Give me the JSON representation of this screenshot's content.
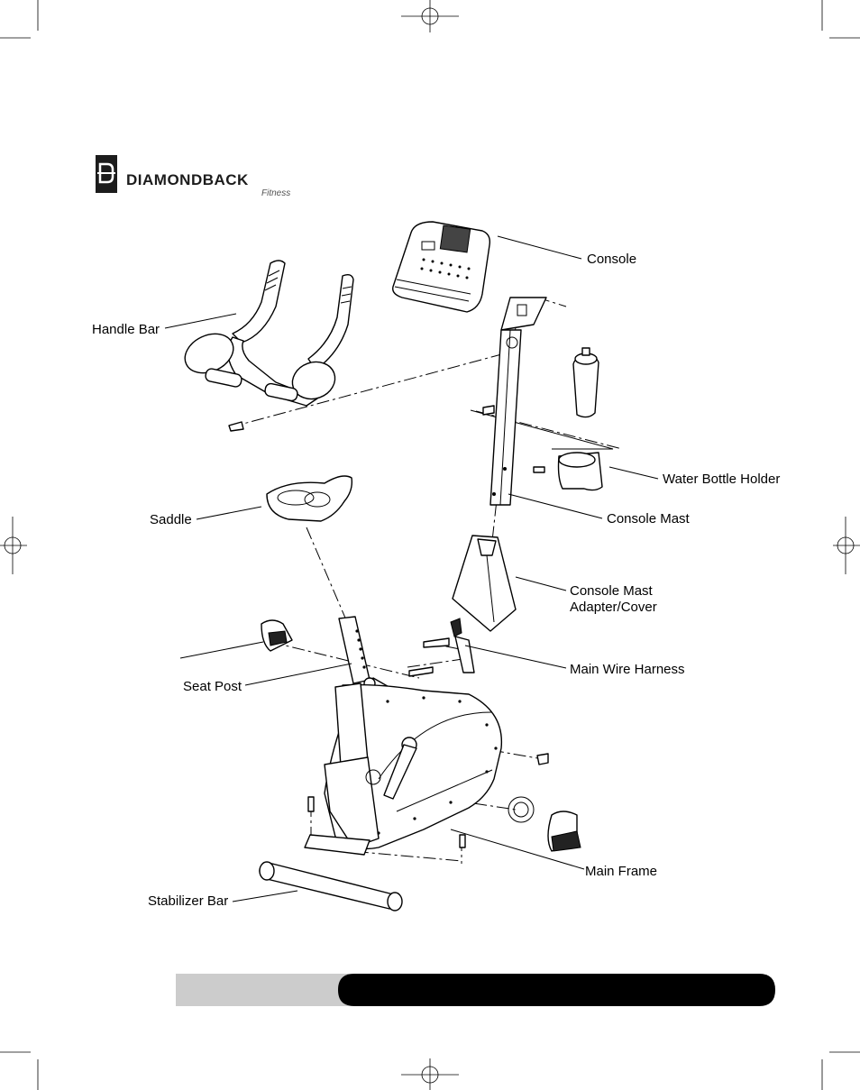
{
  "brand": {
    "name": "DIAMONDBACK",
    "tagline": "Fitness"
  },
  "labels": {
    "console": "Console",
    "handle_bar": "Handle Bar",
    "water_bottle_holder": "Water Bottle Holder",
    "console_mast": "Console Mast",
    "saddle": "Saddle",
    "console_mast_cover_line1": "Console Mast",
    "console_mast_cover_line2": "Adapter/Cover",
    "main_wire_harness": "Main Wire Harness",
    "seat_post": "Seat Post",
    "main_frame": "Main Frame",
    "stabilizer_bar": "Stabilizer Bar"
  },
  "colors": {
    "footer_grey": "#cccccc",
    "footer_black": "#000000"
  }
}
